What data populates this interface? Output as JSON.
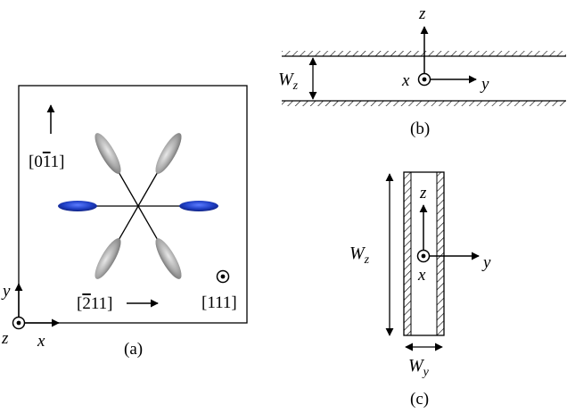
{
  "panels": {
    "a": {
      "caption": "(a)",
      "direction_up": {
        "prefix": "[0",
        "bar_digit": "1",
        "suffix": "1]"
      },
      "direction_right": {
        "prefix": "[",
        "bar_digit": "2",
        "suffix": "11]"
      },
      "direction_out": "[111]",
      "axes": {
        "x": "x",
        "y": "y",
        "z": "z"
      }
    },
    "b": {
      "caption": "(b)",
      "width_label": {
        "base": "W",
        "sub": "z"
      },
      "axes": {
        "x": "x",
        "y": "y",
        "z": "z"
      }
    },
    "c": {
      "caption": "(c)",
      "height_label": {
        "base": "W",
        "sub": "z"
      },
      "width_label": {
        "base": "W",
        "sub": "y"
      },
      "axes": {
        "x": "x",
        "y": "y",
        "z": "z"
      }
    }
  },
  "colors": {
    "blue_ellipsoid": "#1f3fc4",
    "gray_ellipsoid": "#a8a8a8",
    "line": "#000000"
  }
}
